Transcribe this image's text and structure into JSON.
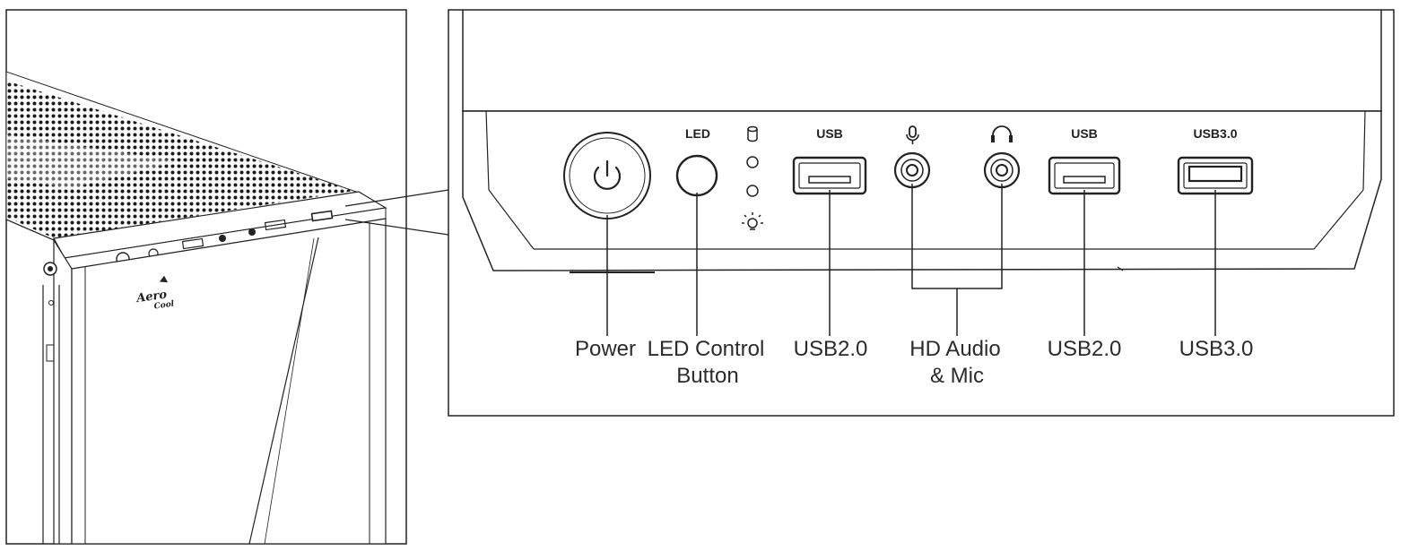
{
  "case_view": {
    "brand_logo": {
      "line1": "Aero",
      "line2": "Cool"
    }
  },
  "panel_port_labels": {
    "led": "LED",
    "usb_a": "USB",
    "usb_b": "USB",
    "usb3": "USB3.0"
  },
  "panel_icons": [
    "power-icon",
    "hdd-activity-icon",
    "led-light-icon",
    "microphone-icon",
    "headphone-icon"
  ],
  "callouts": {
    "power": "Power",
    "led_control": {
      "line1": "LED Control",
      "line2": "Button"
    },
    "usb2_left": "USB2.0",
    "hd_audio": {
      "line1": "HD Audio",
      "line2": "& Mic"
    },
    "usb2_right": "USB2.0",
    "usb3": "USB3.0"
  }
}
